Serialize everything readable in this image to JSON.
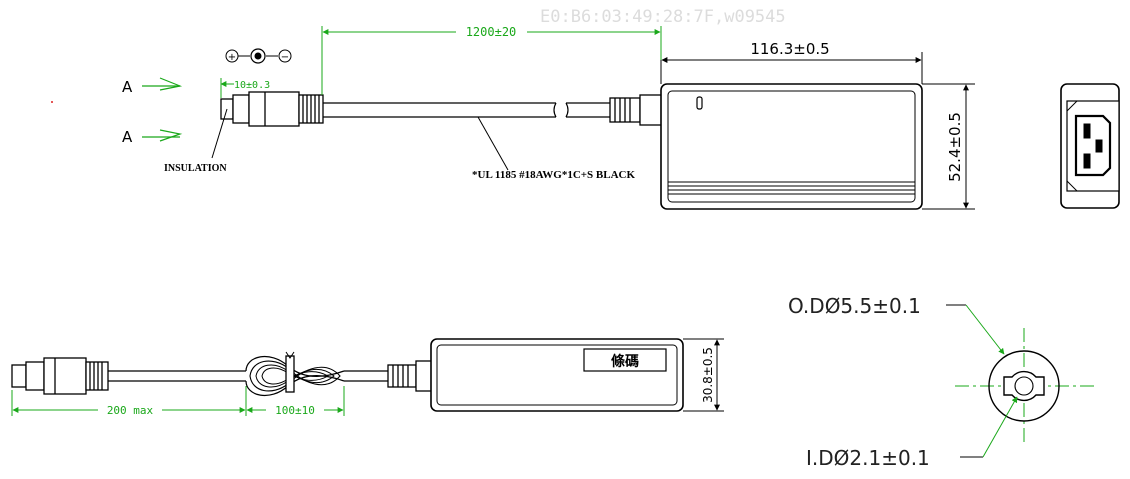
{
  "watermark": "E0:B6:03:49:28:7F,w09545",
  "top_view": {
    "cable_length": "1200±20",
    "plug_length": "10±0.3",
    "body_length": "116.3±0.5",
    "body_width": "52.4±0.5",
    "section_label_top": "A",
    "section_label_bottom": "A",
    "insulation_label": "INSULATION",
    "cable_spec": "*UL 1185 #18AWG*1C+S  BLACK",
    "polarity_positive": "+",
    "polarity_negative": "−"
  },
  "side_view": {
    "free_length": "200 max",
    "coil_length": "100±10",
    "body_height": "30.8±0.5",
    "label_plate": "條碼"
  },
  "plug_detail": {
    "outer_diameter": "O.DØ5.5±0.1",
    "inner_diameter": "I.DØ2.1±0.1"
  },
  "colors": {
    "line": "#000000",
    "dimension": "#1aa81a",
    "watermark": "#dcdcdc"
  }
}
